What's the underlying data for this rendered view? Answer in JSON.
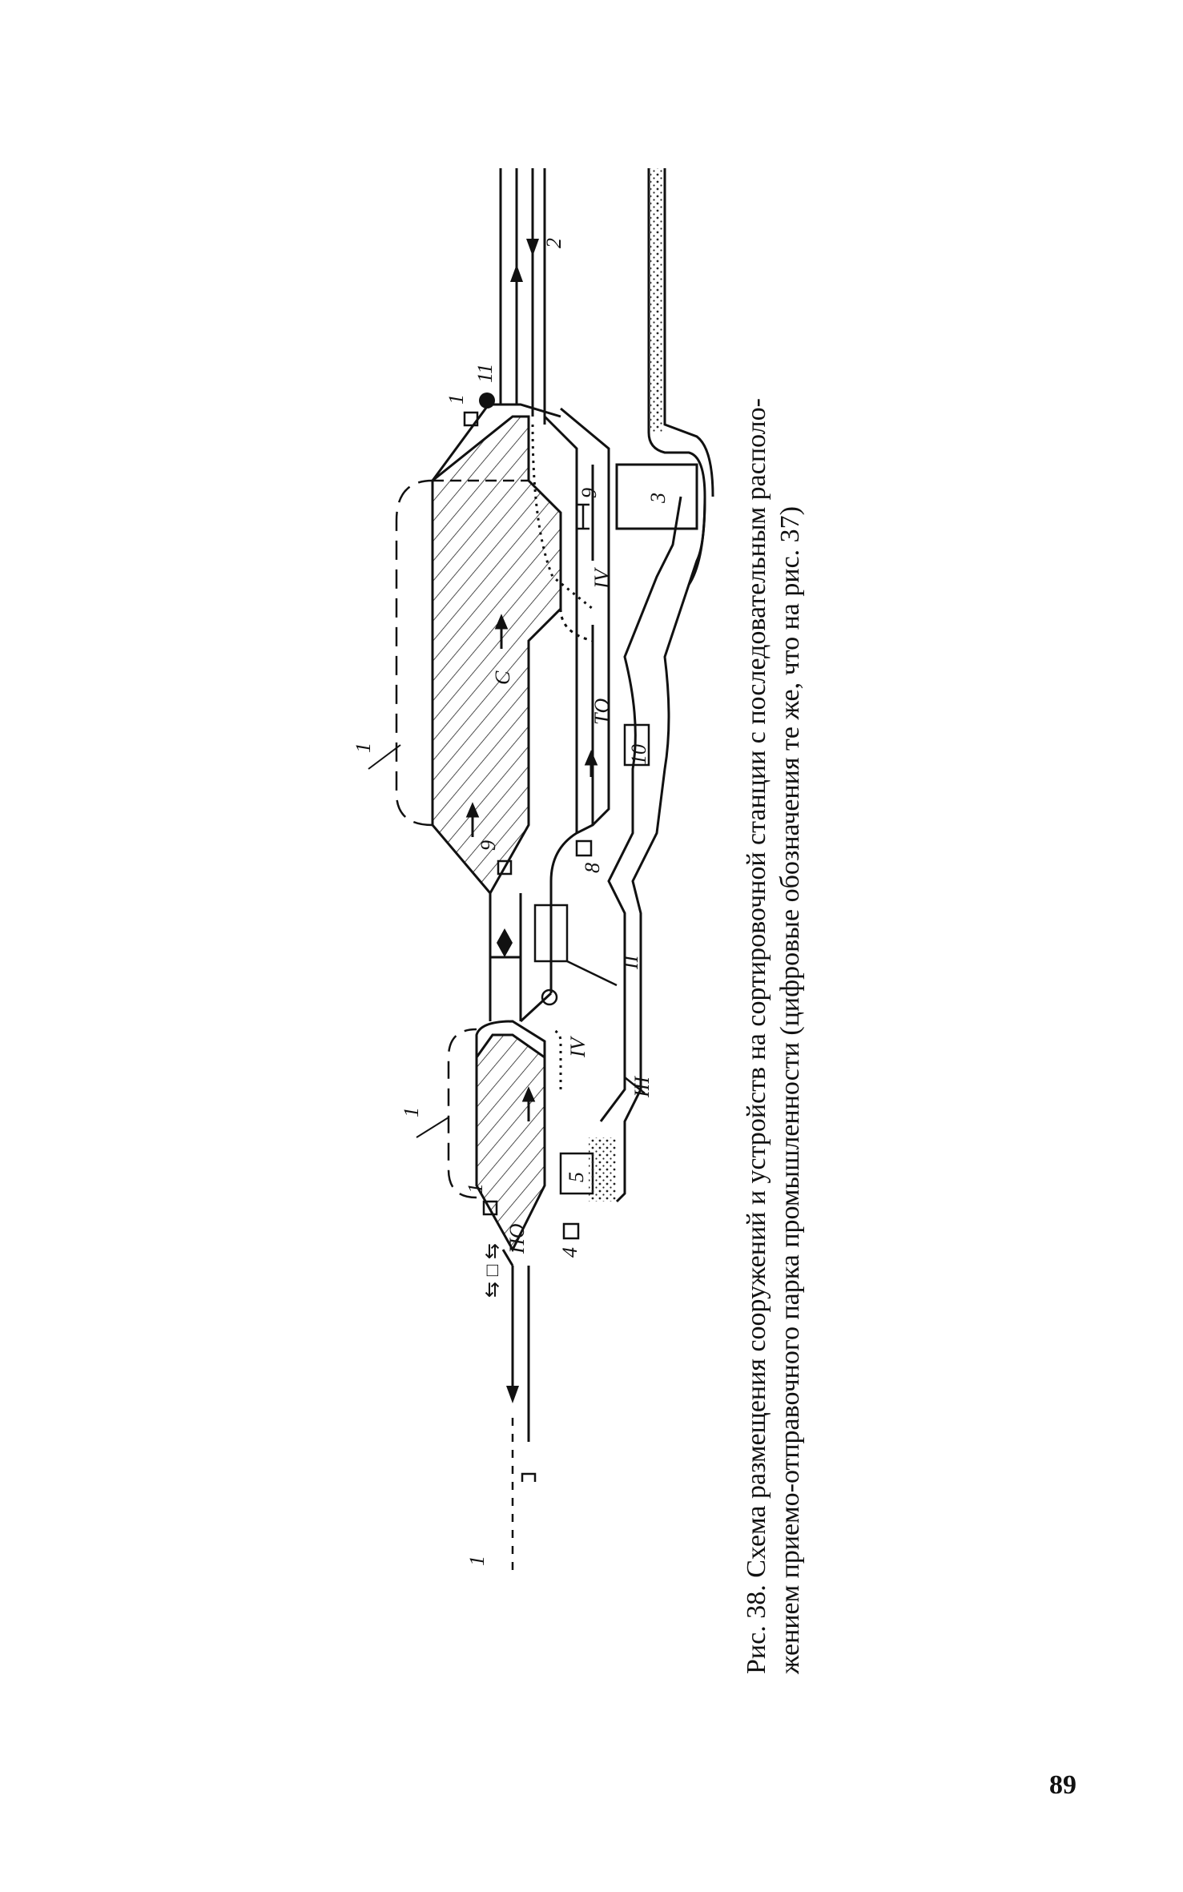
{
  "figure": {
    "caption_line1": "Рис. 38. Схема размещения сооружений и устройств на сортировочной станции с последовательным располо-",
    "caption_line2": "жением приемо-отправочного парка промышленности (цифровые обозначения те же, что на рис. 37)",
    "labels": {
      "track_1": "1",
      "track_2": "2",
      "building_3": "3",
      "building_4": "4",
      "building_5": "5",
      "building_8": "8",
      "building_9": "9",
      "building_9b": "9",
      "building_10": "10",
      "item_11": "11",
      "signal_1_top": "1",
      "signal_1_bottom": "1",
      "bypass_1_upper": "1",
      "bypass_1_lower": "1",
      "yard_po": "ПО",
      "yard_s": "С",
      "yard_to": "ТО",
      "road_II": "II",
      "road_III": "III",
      "road_IV_upper": "IV",
      "road_IV_lower": "IV"
    }
  },
  "page_number": "89",
  "colors": {
    "ink": "#111111",
    "paper": "#ffffff"
  }
}
